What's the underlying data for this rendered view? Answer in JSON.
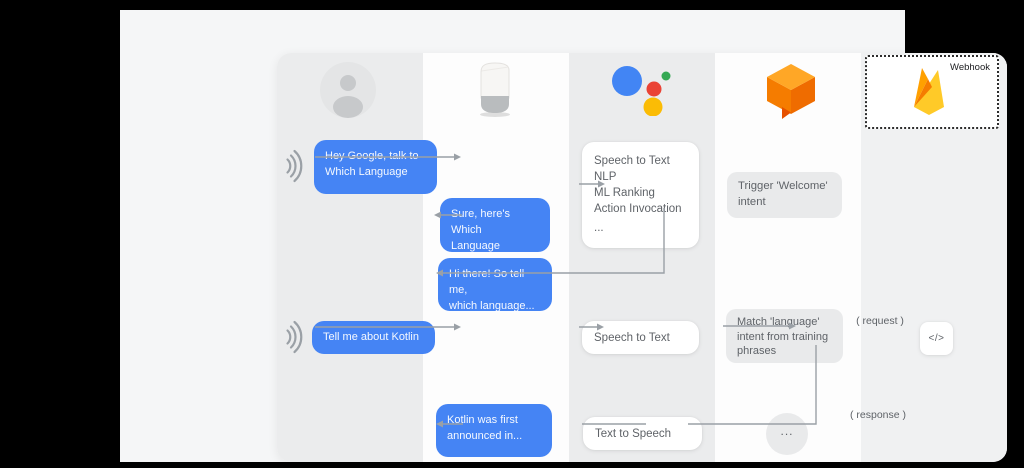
{
  "actors": {
    "user": {
      "icon": "user-avatar-icon"
    },
    "google_home": {
      "icon": "google-home-icon"
    },
    "assistant": {
      "icon": "google-assistant-icon"
    },
    "dialogflow": {
      "icon": "dialogflow-icon"
    },
    "firebase": {
      "icon": "firebase-icon",
      "label": "Webhook"
    }
  },
  "bubbles": {
    "hey_google": {
      "lines": [
        "Hey Google, talk to",
        "Which Language"
      ]
    },
    "sure_heres": {
      "lines": [
        "Sure, here's Which",
        "Language"
      ]
    },
    "hi_there": {
      "lines": [
        "Hi there! So tell me,",
        "which language..."
      ]
    },
    "tell_me": {
      "lines": [
        "Tell me about Kotlin"
      ]
    },
    "kotlin_was": {
      "lines": [
        "Kotlin was first",
        "announced in..."
      ]
    }
  },
  "cards": {
    "pipeline": {
      "lines": [
        "Speech to Text",
        "NLP",
        "ML Ranking",
        "Action Invocation",
        "..."
      ]
    },
    "trigger_welcome": {
      "lines": [
        "Trigger 'Welcome'",
        "intent"
      ]
    },
    "speech_to_text": "Speech to Text",
    "match_intent": {
      "lines": [
        "Match 'language'",
        "intent from training",
        "phrases"
      ]
    },
    "text_to_speech": "Text to Speech",
    "ellipsis_node": "...",
    "code_node": "</>"
  },
  "labels": {
    "request": "( request )",
    "response": "( response )"
  },
  "colors": {
    "bubble_blue": "#4584f4",
    "assistant_blue": "#4285f4",
    "assistant_red": "#ea4335",
    "assistant_yellow": "#fbbc05",
    "assistant_green": "#34a853",
    "dialogflow_orange_top": "#ffa726",
    "dialogflow_orange_body": "#ef6c00",
    "firebase_yellow": "#ffca28",
    "firebase_orange": "#ffa000",
    "connector_gray": "#9aa0a6",
    "column_gray": "#ebeced"
  }
}
